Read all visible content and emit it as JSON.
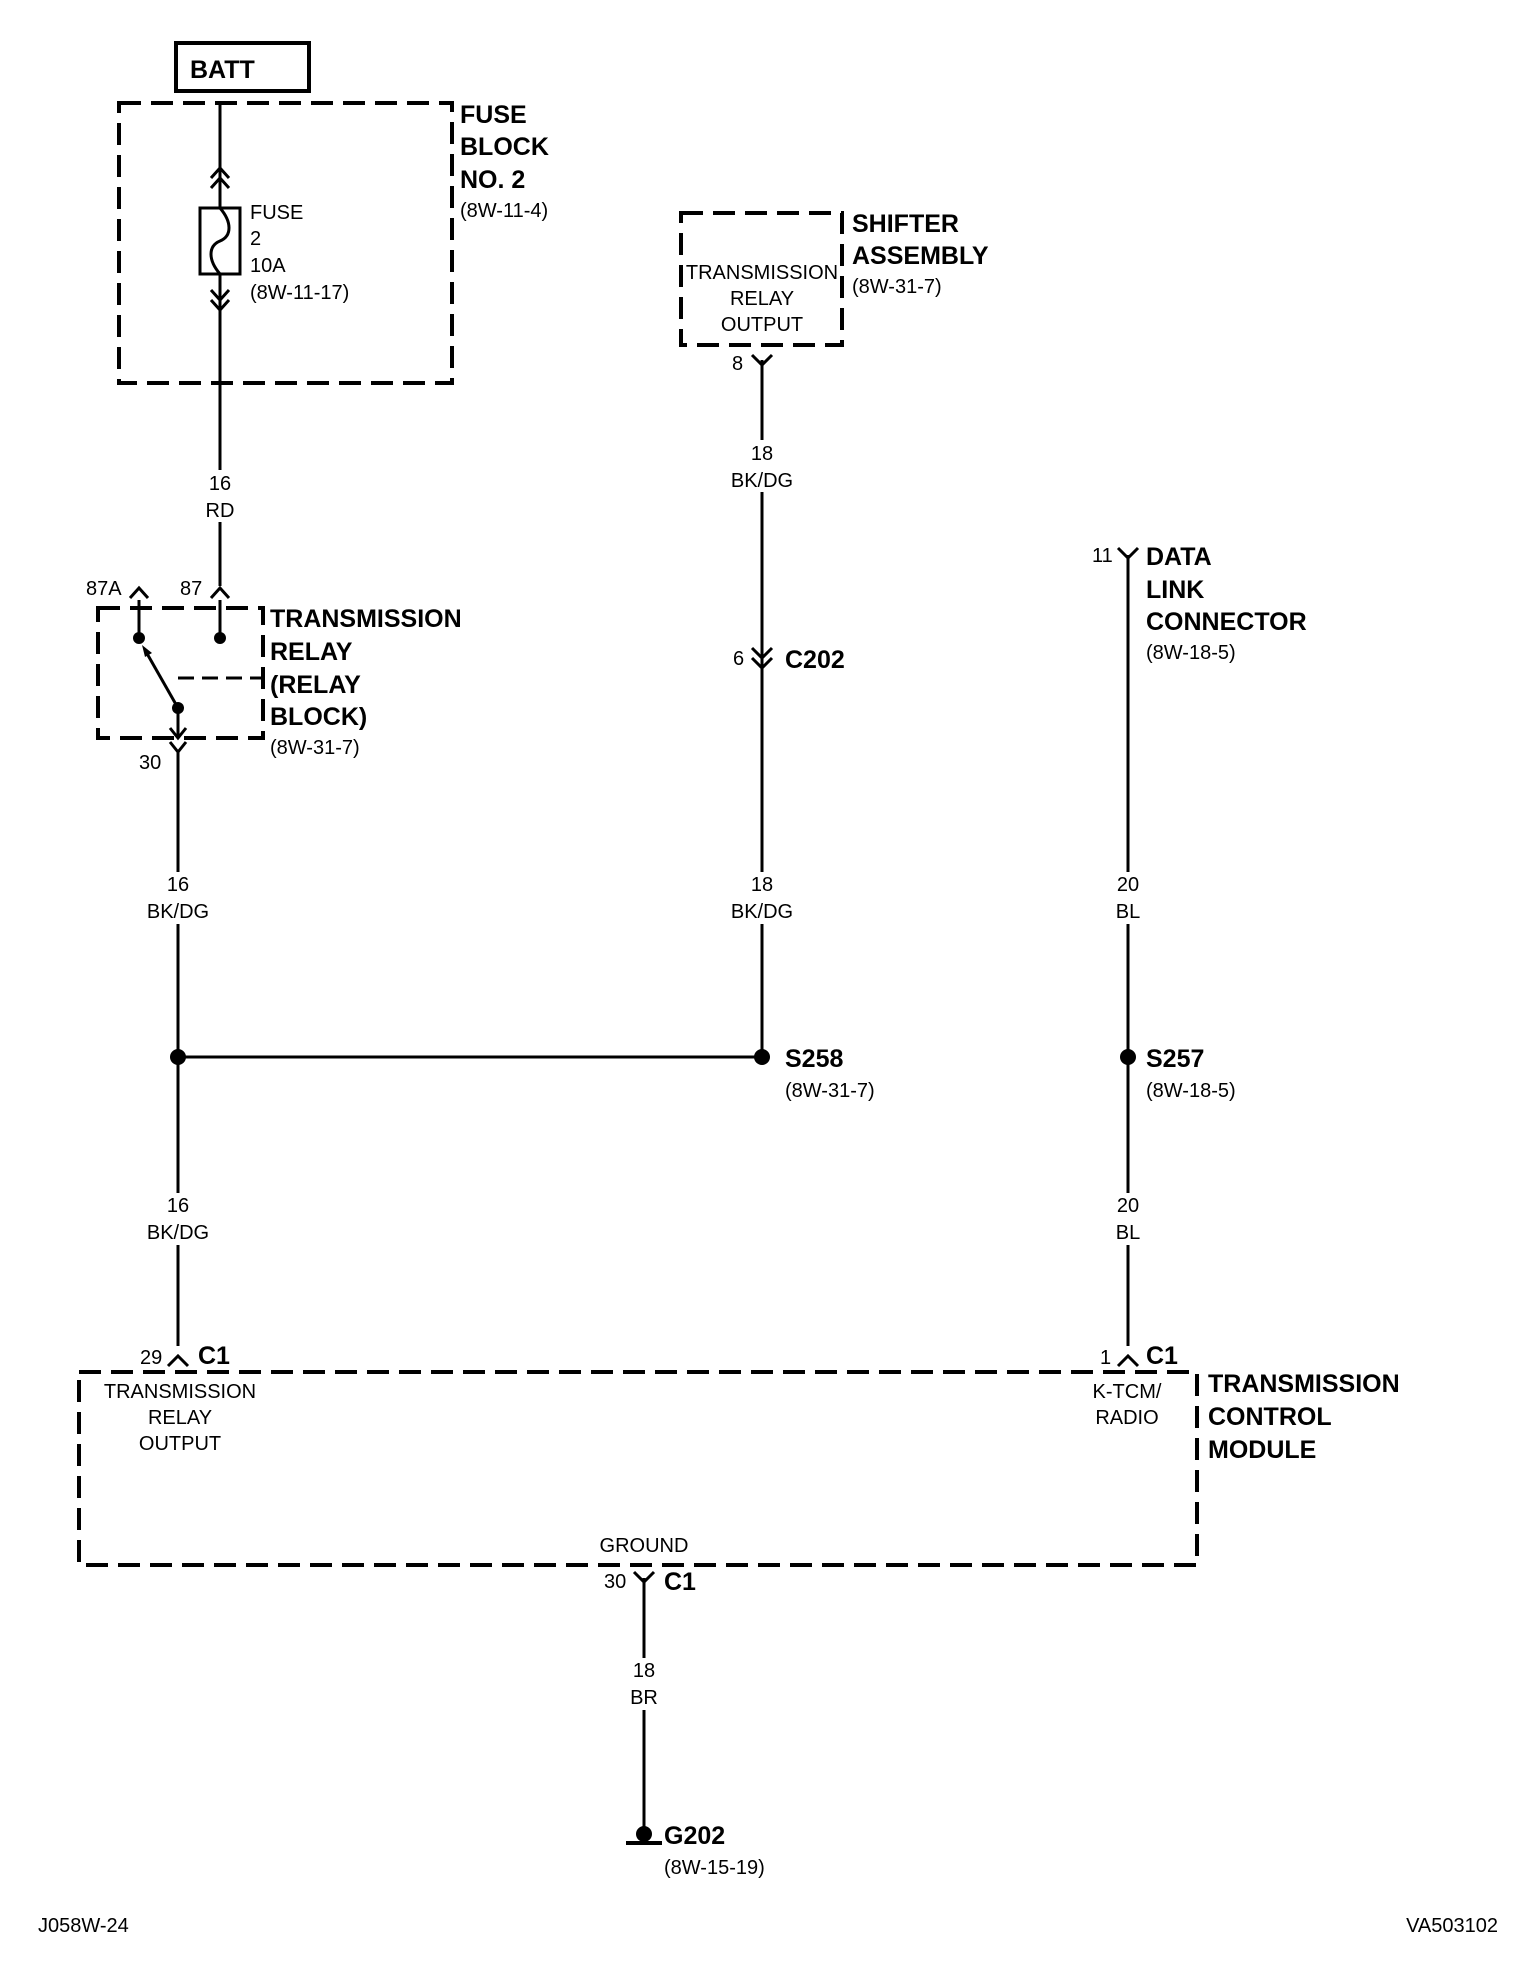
{
  "batt": "BATT",
  "fuse_block": {
    "l1": "FUSE",
    "l2": "BLOCK",
    "l3": "NO. 2",
    "ref": "(8W-11-4)"
  },
  "fuse": {
    "l1": "FUSE",
    "l2": "2",
    "l3": "10A",
    "ref": "(8W-11-17)"
  },
  "shifter": {
    "l1": "SHIFTER",
    "l2": "ASSEMBLY",
    "ref": "(8W-31-7)",
    "box1": "TRANSMISSION",
    "box2": "RELAY",
    "box3": "OUTPUT",
    "pin": "8"
  },
  "wire_16rd": {
    "gauge": "16",
    "color": "RD"
  },
  "wire_18bkdg_top": {
    "gauge": "18",
    "color": "BK/DG"
  },
  "wire_18bkdg_mid": {
    "gauge": "18",
    "color": "BK/DG"
  },
  "wire_16bkdg_top": {
    "gauge": "16",
    "color": "BK/DG"
  },
  "wire_16bkdg_bot": {
    "gauge": "16",
    "color": "BK/DG"
  },
  "wire_20bl_top": {
    "gauge": "20",
    "color": "BL"
  },
  "wire_20bl_bot": {
    "gauge": "20",
    "color": "BL"
  },
  "wire_18br": {
    "gauge": "18",
    "color": "BR"
  },
  "relay": {
    "l1": "TRANSMISSION",
    "l2": "RELAY",
    "l3": "(RELAY",
    "l4": "BLOCK)",
    "ref": "(8W-31-7)",
    "pin87a": "87A",
    "pin87": "87",
    "pin30": "30"
  },
  "c202": {
    "pin": "6",
    "name": "C202"
  },
  "dlc": {
    "pin": "11",
    "l1": "DATA",
    "l2": "LINK",
    "l3": "CONNECTOR",
    "ref": "(8W-18-5)"
  },
  "s258": {
    "name": "S258",
    "ref": "(8W-31-7)"
  },
  "s257": {
    "name": "S257",
    "ref": "(8W-18-5)"
  },
  "tcm": {
    "l1": "TRANSMISSION",
    "l2": "CONTROL",
    "l3": "MODULE",
    "pin29": "29",
    "c1a": "C1",
    "in1": "TRANSMISSION",
    "in2": "RELAY",
    "in3": "OUTPUT",
    "pin1": "1",
    "c1b": "C1",
    "kt1": "K-TCM/",
    "kt2": "RADIO",
    "ground": "GROUND",
    "pin30": "30",
    "c1c": "C1"
  },
  "g202": {
    "name": "G202",
    "ref": "(8W-15-19)"
  },
  "footer": {
    "left": "J058W-24",
    "right": "VA503102"
  }
}
